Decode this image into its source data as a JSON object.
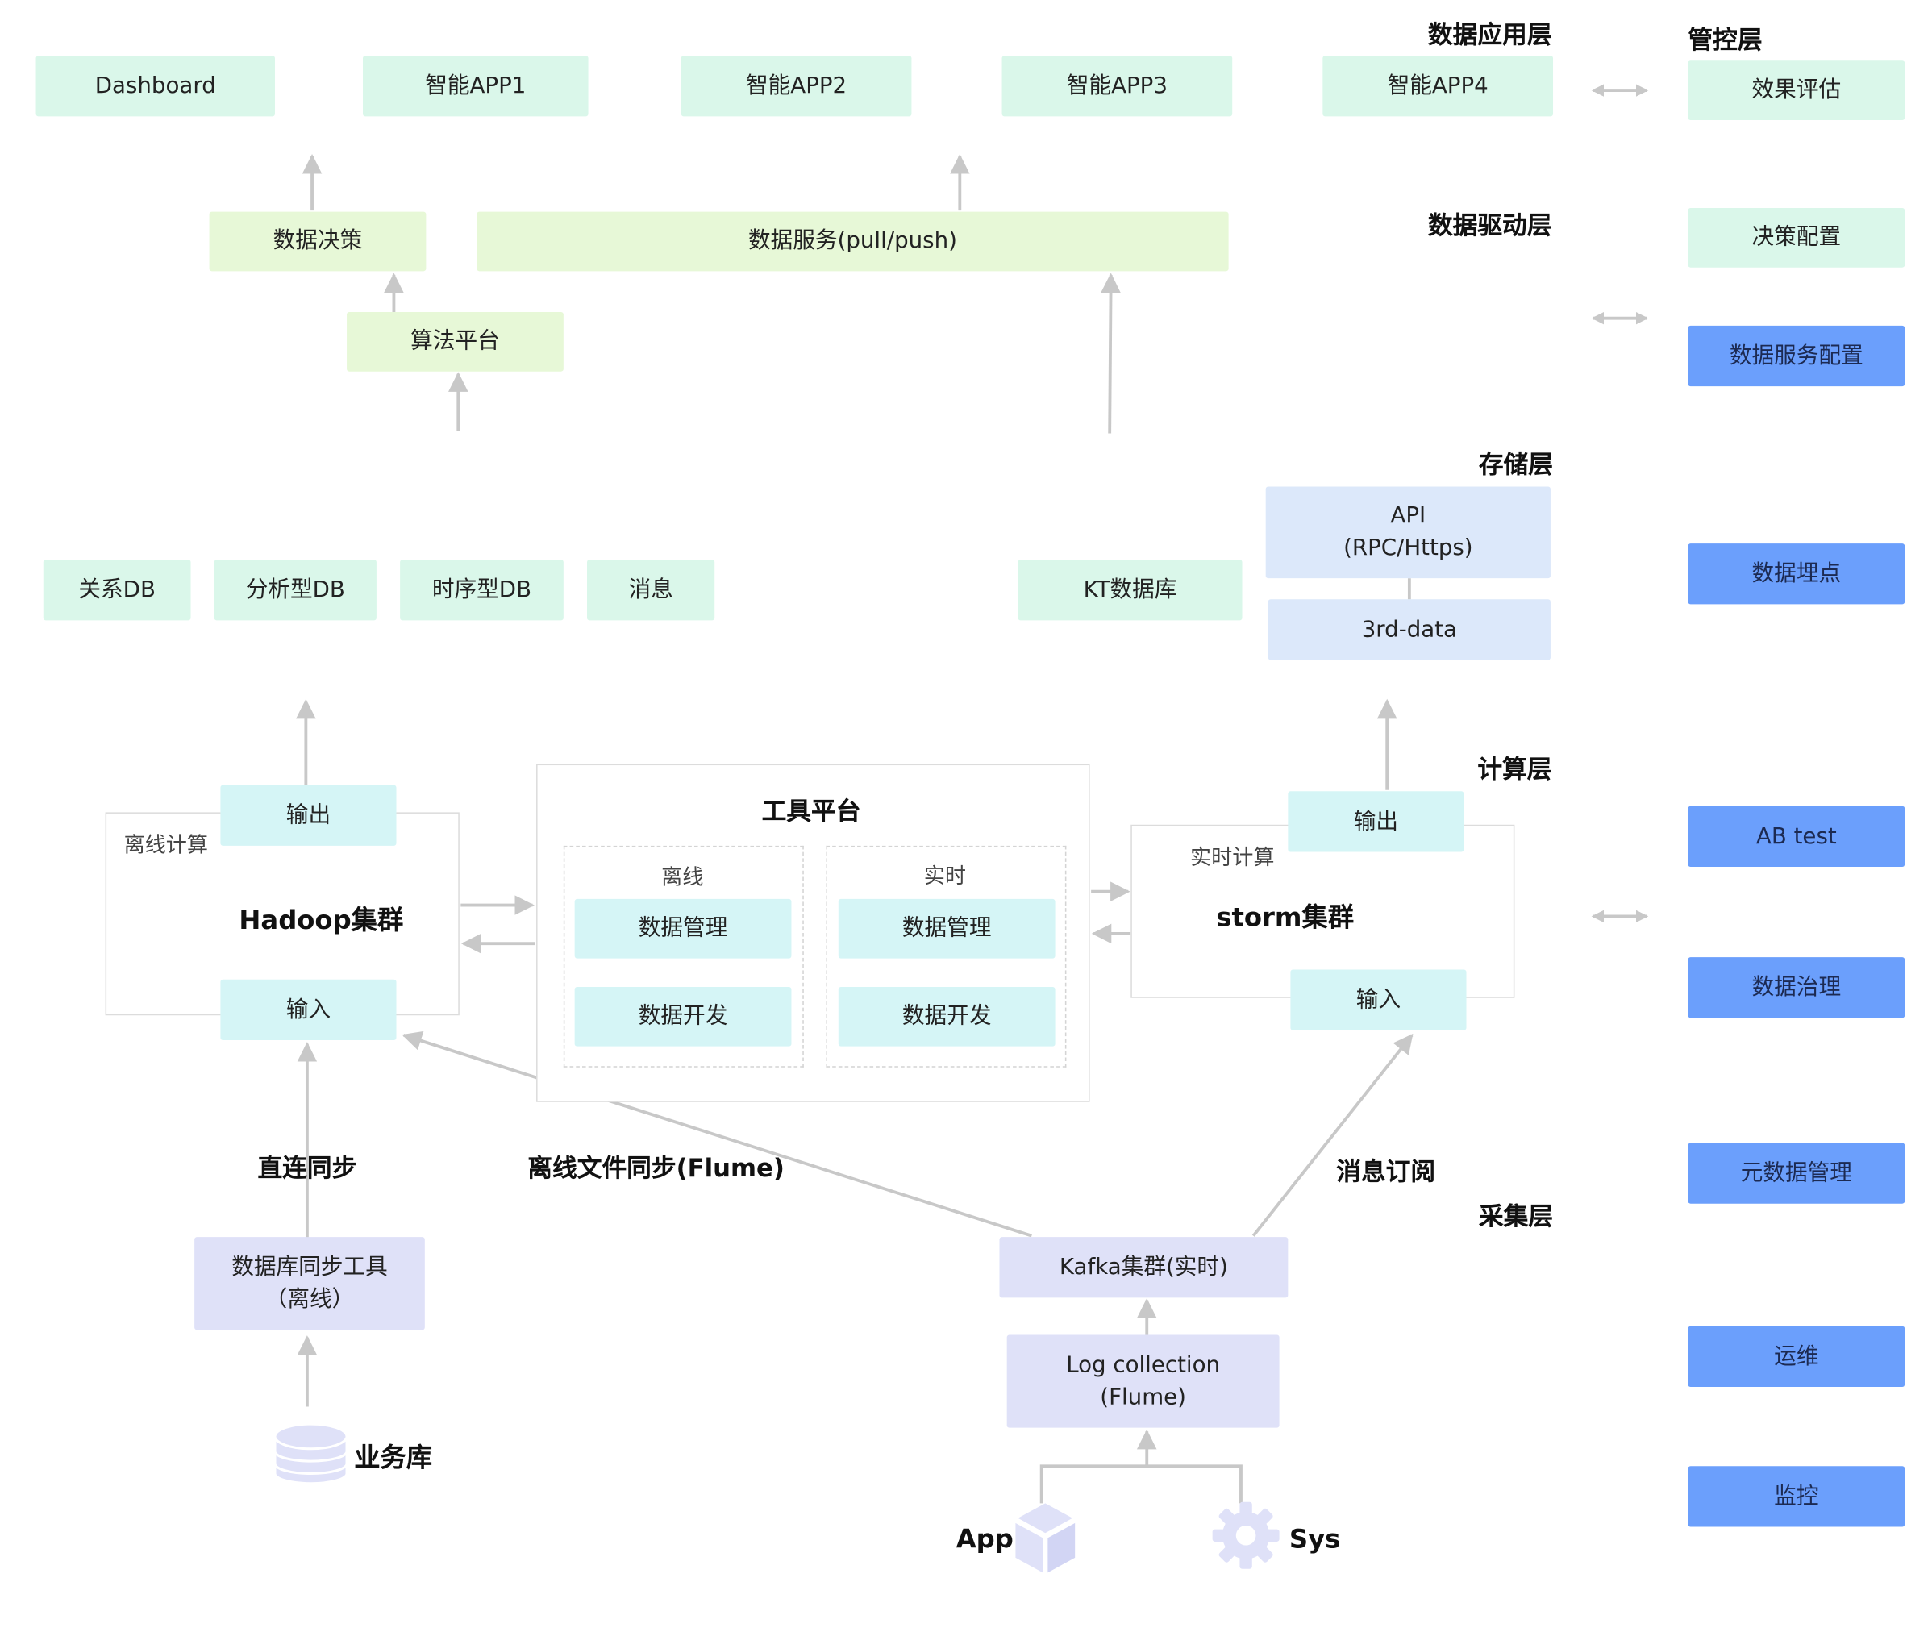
{
  "layers": {
    "app": "数据应用层",
    "drive": "数据驱动层",
    "storage": "存储层",
    "compute": "计算层",
    "collect": "采集层",
    "control": "管控层"
  },
  "apps": [
    "Dashboard",
    "智能APP1",
    "智能APP2",
    "智能APP3",
    "智能APP4"
  ],
  "drive": {
    "decision": "数据决策",
    "service": "数据服务(pull/push)",
    "algo": "算法平台"
  },
  "storage": {
    "items": [
      "关系DB",
      "分析型DB",
      "时序型DB",
      "消息"
    ],
    "kt": "KT数据库",
    "api": "API\n(RPC/Https)",
    "third": "3rd-data"
  },
  "offline": {
    "label": "离线计算",
    "title": "Hadoop集群",
    "output": "输出",
    "input": "输入"
  },
  "tools": {
    "title": "工具平台",
    "offline_label": "离线",
    "realtime_label": "实时",
    "manage": "数据管理",
    "develop": "数据开发"
  },
  "realtime": {
    "label": "实时计算",
    "title": "storm集群",
    "output": "输出",
    "input": "输入"
  },
  "collect": {
    "direct": "直连同步",
    "flume_sync": "离线文件同步(Flume)",
    "subscribe": "消息订阅",
    "db_tool": "数据库同步工具\n（离线）",
    "biz_db": "业务库",
    "kafka": "Kafka集群(实时)",
    "log": "Log collection\n(Flume)",
    "app": "App",
    "sys": "Sys"
  },
  "control": [
    "效果评估",
    "决策配置",
    "数据服务配置",
    "数据埋点",
    "AB test",
    "数据治理",
    "元数据管理",
    "运维",
    "监控"
  ],
  "colors": {
    "mint": "#daf7ea",
    "lime": "#e7f8d7",
    "cyan": "#d5f5f6",
    "lavender": "#dfe1f8",
    "sky": "#dce8fa",
    "blue": "#6b9ffc",
    "arrow": "#c8c8c8"
  },
  "icons": [
    "database-icon",
    "cube-icon",
    "gear-icon",
    "double-arrow-icon"
  ]
}
